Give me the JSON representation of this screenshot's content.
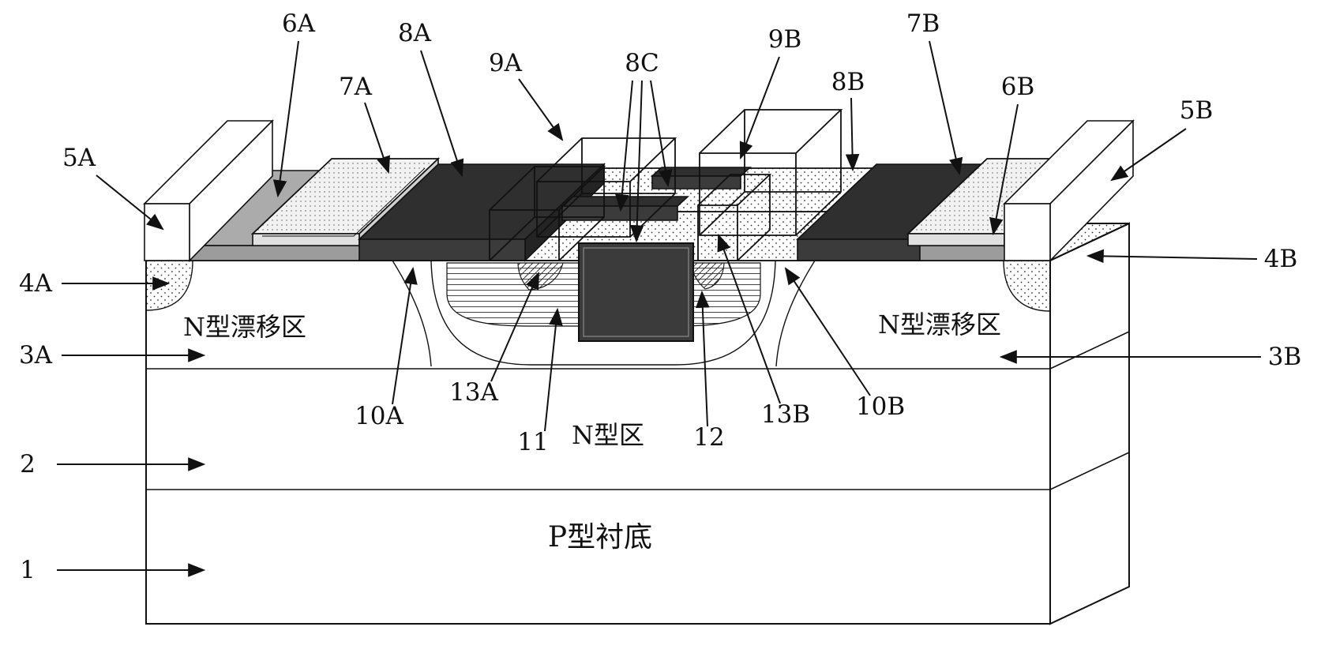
{
  "figure": {
    "type": "patent-semiconductor-cross-section",
    "labels": {
      "l1": "1",
      "l2": "2",
      "l3a": "3A",
      "l3b": "3B",
      "l4a": "4A",
      "l4b": "4B",
      "l5a": "5A",
      "l5b": "5B",
      "l6a": "6A",
      "l6b": "6B",
      "l7a": "7A",
      "l7b": "7B",
      "l8a": "8A",
      "l8b": "8B",
      "l8c": "8C",
      "l9a": "9A",
      "l9b": "9B",
      "l10a": "10A",
      "l10b": "10B",
      "l11": "11",
      "l12": "12",
      "l13a": "13A",
      "l13b": "13B"
    },
    "regions": {
      "drift_left": "N型漂移区",
      "drift_right": "N型漂移区",
      "center": "N型区",
      "substrate": "P型衬底"
    },
    "colors": {
      "dark_slab": "#3a3a3a",
      "gray_slab": "#9c9c9c",
      "light_plate": "#e9e9e9",
      "line": "#111111",
      "background": "#ffffff"
    }
  }
}
